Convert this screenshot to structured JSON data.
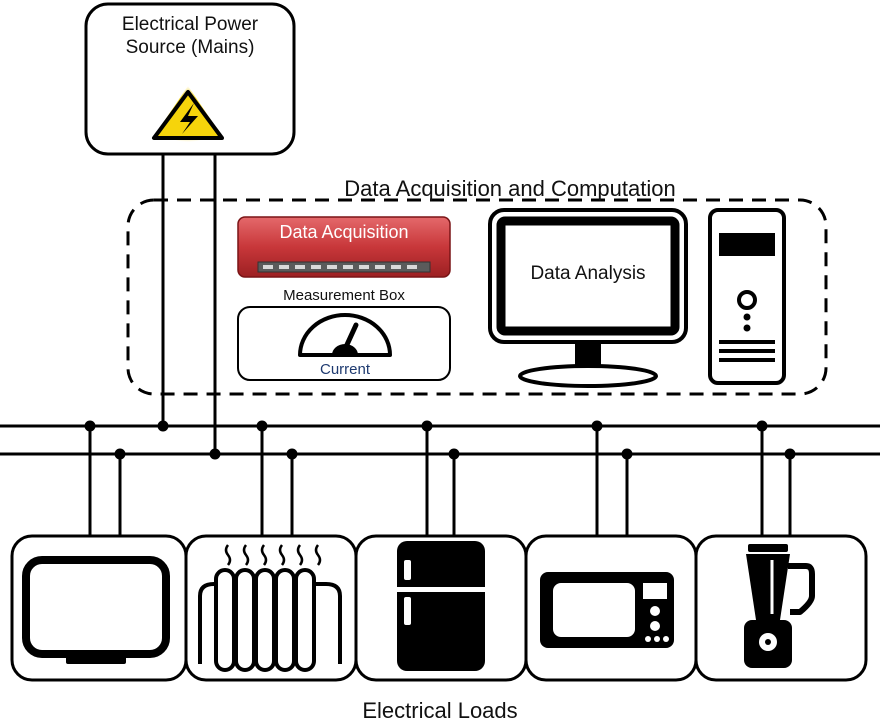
{
  "power_source": {
    "label_line1": "Electrical Power",
    "label_line2": "Source (Mains)",
    "icon": "high-voltage-warning-icon"
  },
  "acquisition_group": {
    "title": "Data Acquisition and Computation"
  },
  "daq_device": {
    "label": "Data Acquisition",
    "color": "#c8373a"
  },
  "measurement_box": {
    "label": "Measurement Box",
    "gauge_label": "Current",
    "gauge_icon": "gauge-icon"
  },
  "monitor": {
    "label": "Data Analysis",
    "icon": "monitor-icon"
  },
  "computer": {
    "icon": "computer-tower-icon"
  },
  "loads": {
    "title": "Electrical Loads",
    "items": [
      {
        "icon": "television-icon"
      },
      {
        "icon": "radiator-heater-icon"
      },
      {
        "icon": "refrigerator-icon"
      },
      {
        "icon": "microwave-icon"
      },
      {
        "icon": "blender-icon"
      }
    ]
  },
  "colors": {
    "line": "#000000",
    "daq_red": "#c8373a",
    "warning_yellow": "#f6d40b",
    "current_text": "#1e3a70"
  }
}
